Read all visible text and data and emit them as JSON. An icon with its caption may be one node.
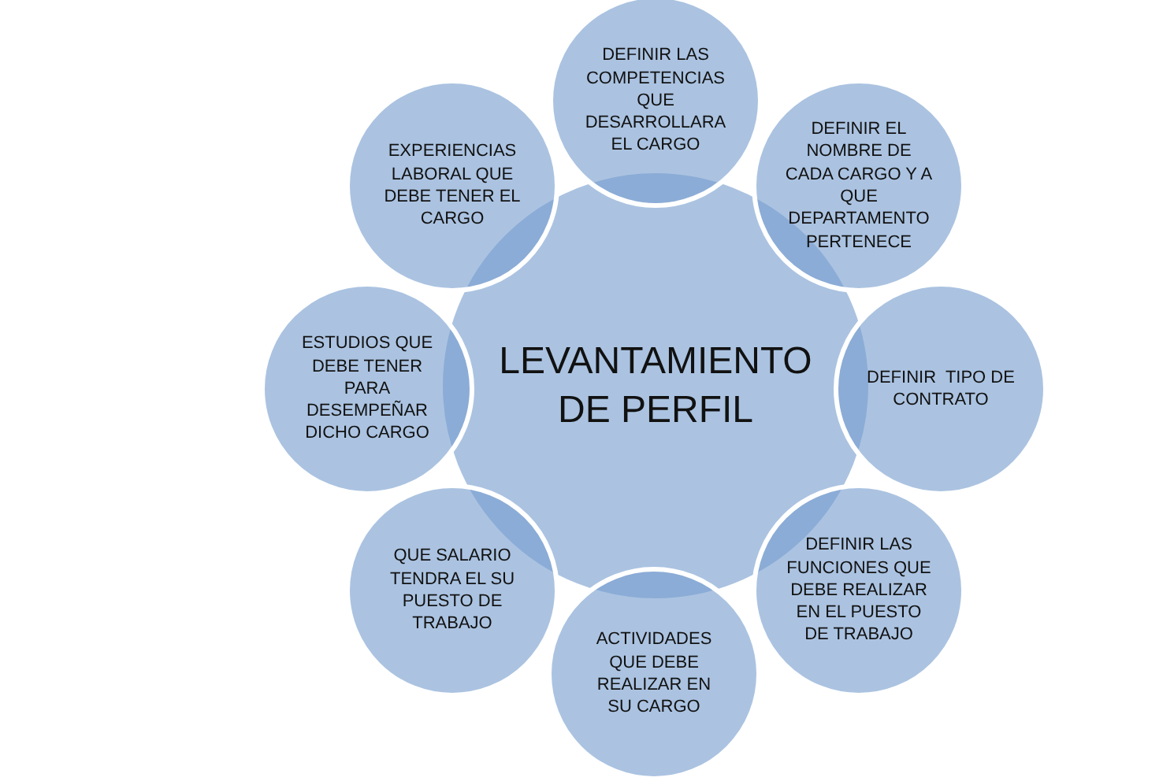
{
  "diagram": {
    "nodes": [
      {
        "text": [
          "LEVANTAMIENTO DE PERFIL"
        ]
      },
      {
        "text": [
          "DEFINIR LAS COMPETENCIAS QUE DESARROLLARA EL CARGO"
        ]
      },
      {
        "text": [
          "DEFINIR EL NOMBRE DE CADA CARGO Y A QUE DEPARTAMENTO PERTENECE"
        ]
      },
      {
        "text": [
          "DEFINIR  TIPO DE CONTRATO"
        ]
      },
      {
        "text": [
          "DEFINIR LAS FUNCIONES QUE DEBE REALIZAR EN EL PUESTO  DE TRABAJO"
        ]
      },
      {
        "text": [
          "ACTIVIDADES QUE DEBE REALIZAR EN SU CARGO"
        ]
      },
      {
        "text": [
          "QUE SALARIO TENDRA EL SU PUESTO DE TRABAJO"
        ]
      },
      {
        "text": [
          "ESTUDIOS QUE DEBE TENER PARA DESEMPEÑAR DICHO CARGO"
        ]
      },
      {
        "text": [
          "EXPERIENCIAS LABORAL QUE DEBE TENER EL CARGO"
        ]
      }
    ]
  }
}
